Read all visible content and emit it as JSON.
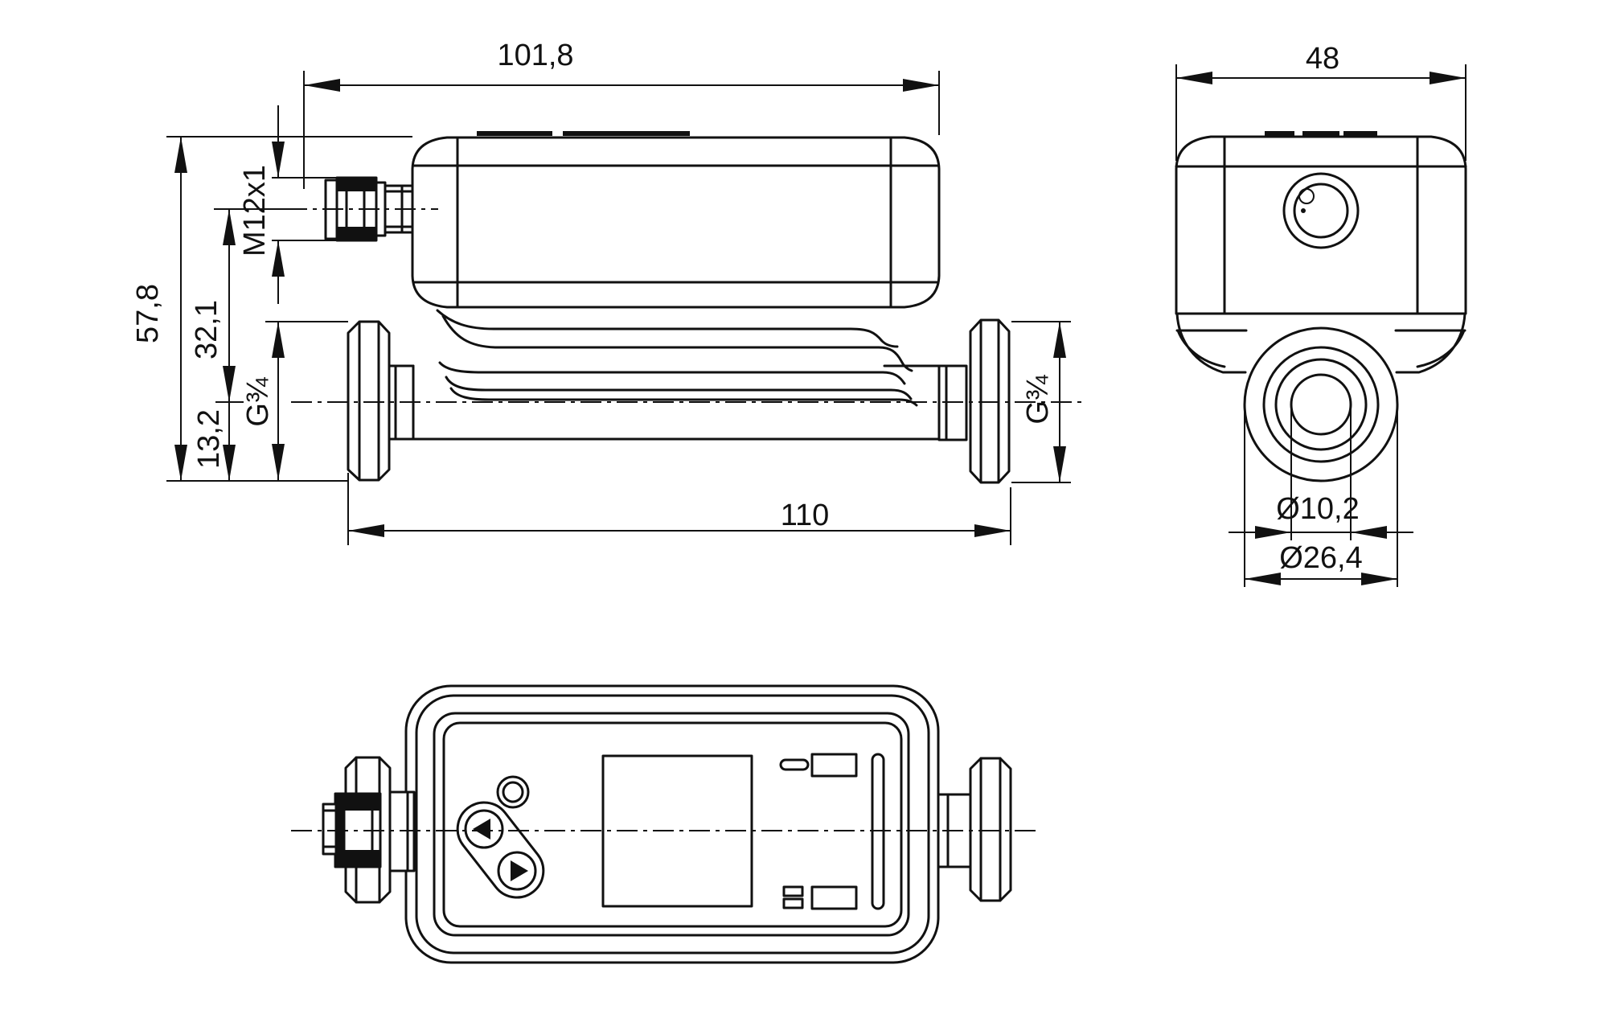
{
  "colors": {
    "background": "#ffffff",
    "line": "#111111"
  },
  "views": {
    "side": "side-view",
    "front": "front-view",
    "top": "top-view"
  },
  "dims": {
    "length_top": "101,8",
    "height_total": "57,8",
    "height_connector_axis": "32,1",
    "height_pipe_axis": "13,2",
    "connector_thread": "M12x1",
    "process_thread_left": "G¾",
    "process_thread_right": "G¾",
    "length_overall": "110",
    "housing_width": "48",
    "bore_diameter": "Ø10,2",
    "fitting_diameter": "Ø26,4"
  }
}
